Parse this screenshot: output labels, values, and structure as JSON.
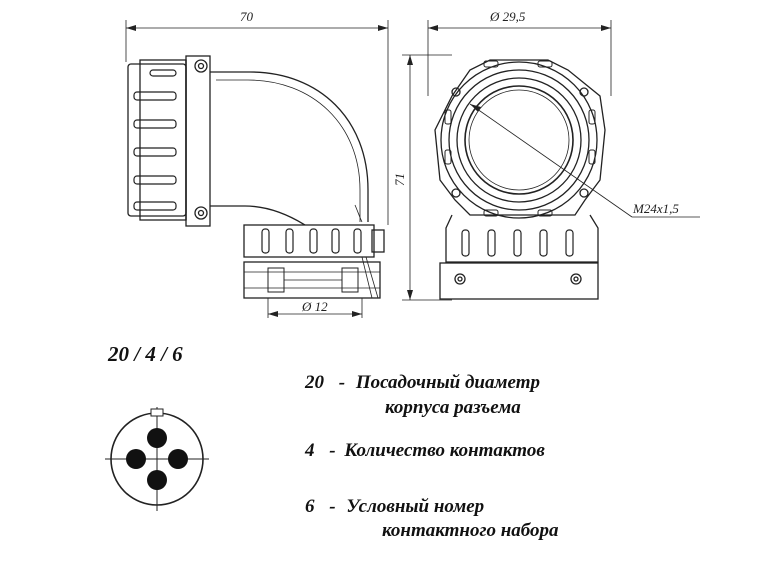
{
  "dimensions": {
    "length": "70",
    "diameter_body": "Ø 29,5",
    "height": "71",
    "thread": "M24x1,5",
    "diameter_cable": "Ø 12"
  },
  "designation": {
    "code": "20 / 4 / 6"
  },
  "legend": [
    {
      "number": "20",
      "dash": "-",
      "line1": "Посадочный диаметр",
      "line2": "корпуса разъема"
    },
    {
      "number": "4",
      "dash": "-",
      "line1": "Количество контактов",
      "line2": ""
    },
    {
      "number": "6",
      "dash": "-",
      "line1": "Условный номер",
      "line2": "контактного набора"
    }
  ],
  "contact_count": 4
}
